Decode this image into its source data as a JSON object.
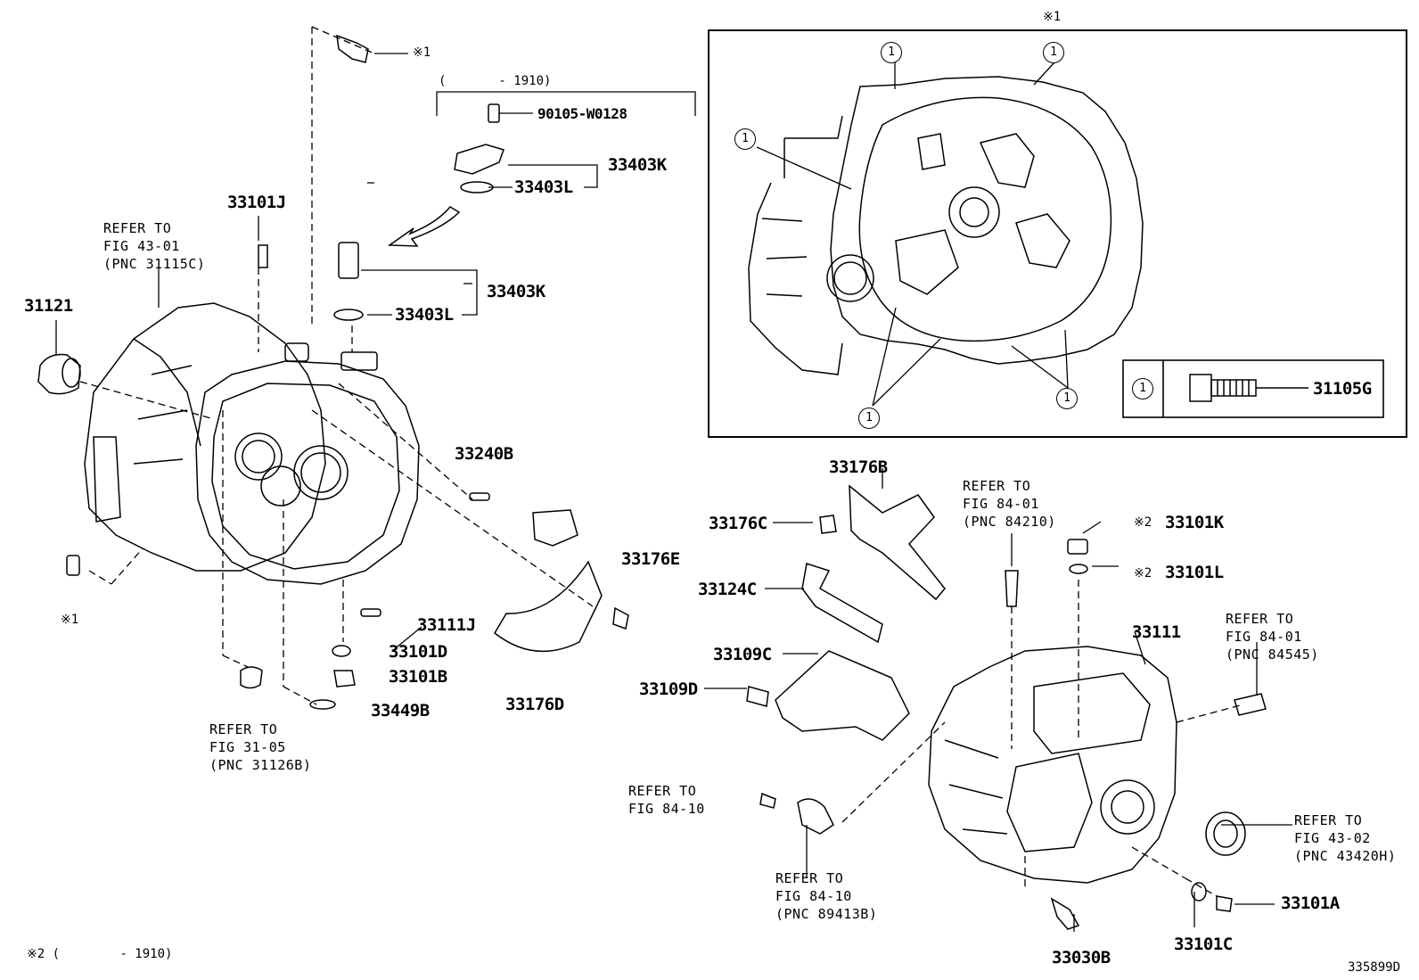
{
  "labels": {
    "p31121": "31121",
    "p33101J": "33101J",
    "p33403K_a": "33403K",
    "p33403L_a": "33403L",
    "p33403K_b": "33403K",
    "p33403L_b": "33403L",
    "p90105": "90105-W0128",
    "p33240B": "33240B",
    "p33176E": "33176E",
    "p33111J": "33111J",
    "p33101D": "33101D",
    "p33101B": "33101B",
    "p33449B": "33449B",
    "p33176D": "33176D",
    "p33176B": "33176B",
    "p33176C": "33176C",
    "p33124C": "33124C",
    "p33109C": "33109C",
    "p33109D": "33109D",
    "p33101K": "33101K",
    "p33101L": "33101L",
    "p33111": "33111",
    "p33101A": "33101A",
    "p33101C": "33101C",
    "p33030B": "33030B",
    "p31105G": "31105G"
  },
  "refs": {
    "r_fig43_01": "REFER TO\nFIG 43-01\n(PNC 31115C)",
    "r_fig31_05": "REFER TO\nFIG 31-05\n(PNC 31126B)",
    "r_fig84_01a": "REFER TO\nFIG 84-01\n(PNC 84210)",
    "r_fig84_01b": "REFER TO\nFIG 84-01\n(PNC 84545)",
    "r_fig84_10a": "REFER TO\nFIG 84-10",
    "r_fig84_10b": "REFER TO\nFIG 84-10\n(PNC 89413B)",
    "r_fig43_02": "REFER TO\nFIG 43-02\n(PNC 43420H)"
  },
  "notes": {
    "range_top": "(       - 1910)",
    "mark1_left_top": "※1",
    "mark1_left_bottom": "※1",
    "mark1_box_title": "※1",
    "mark2_k": "※2",
    "mark2_l": "※2",
    "footnote": "※2 (        - 1910)",
    "drawing_no": "335899D"
  },
  "legend_circle": "1"
}
